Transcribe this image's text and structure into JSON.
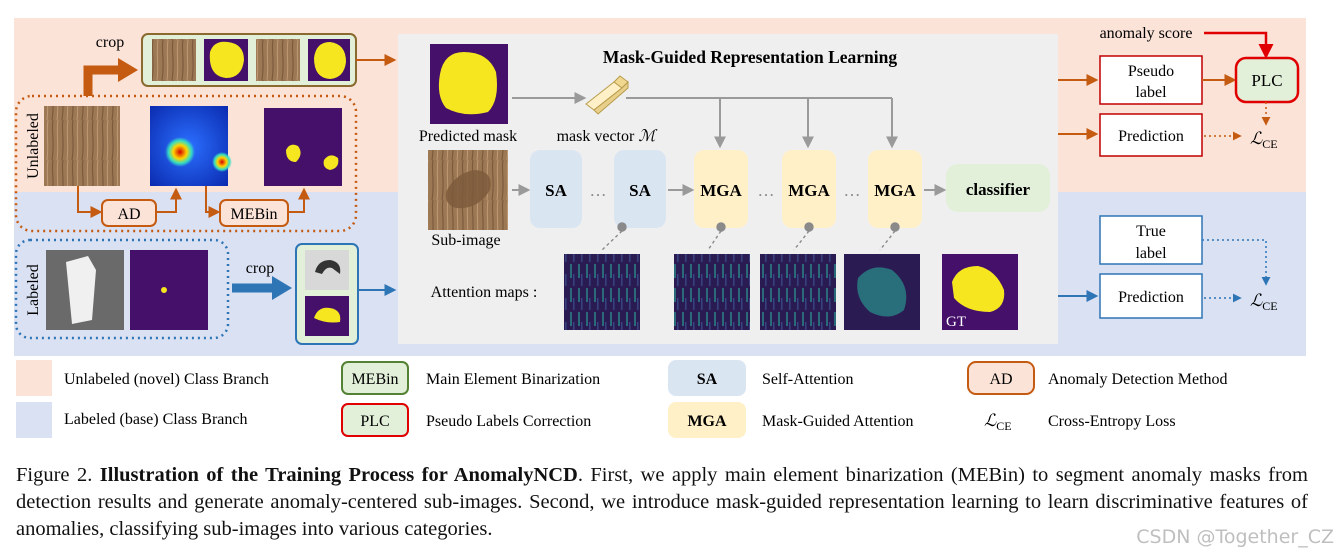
{
  "diagram": {
    "title": "Mask-Guided Representation Learning",
    "crop_top": "crop",
    "crop_bottom": "crop",
    "unlabeled": "Unlabeled",
    "labeled": "Labeled",
    "ad": "AD",
    "mebin": "MEBin",
    "predicted_mask": "Predicted mask",
    "mask_vector": "mask vector",
    "mask_vector_symbol": "ℳ",
    "sub_image": "Sub-image",
    "sa": "SA",
    "dots": "…",
    "mga": "MGA",
    "classifier": "classifier",
    "attention_maps": "Attention maps :",
    "gt": "GT",
    "anomaly_score": "anomaly score",
    "pseudo_label_1": "Pseudo",
    "pseudo_label_2": "label",
    "plc": "PLC",
    "prediction": "Prediction",
    "true_label_1": "True",
    "true_label_2": "label",
    "lce": "ℒ",
    "lce_sub": "CE"
  },
  "legend": {
    "unlabeled_branch": "Unlabeled (novel) Class Branch",
    "labeled_branch": "Labeled (base) Class Branch",
    "mebin_key": "MEBin",
    "mebin_desc": "Main Element Binarization",
    "plc_key": "PLC",
    "plc_desc": "Pseudo Labels Correction",
    "sa_key": "SA",
    "sa_desc": "Self-Attention",
    "mga_key": "MGA",
    "mga_desc": "Mask-Guided Attention",
    "ad_key": "AD",
    "ad_desc": "Anomaly Detection Method",
    "lce_key": "ℒ",
    "lce_key_sub": "CE",
    "lce_desc": "Cross-Entropy Loss"
  },
  "caption": {
    "label": "Figure 2.",
    "title": "Illustration of the Training Process for AnomalyNCD",
    "text": ". First, we apply main element binarization (MEBin) to segment anomaly masks from detection results and generate anomaly-centered sub-images. Second, we introduce mask-guided representation learning to learn discriminative features of anomalies, classifying sub-images into various categories."
  },
  "watermark": "CSDN @Together_CZ",
  "colors": {
    "unlabeled_bg": "#fbe3d8",
    "labeled_bg": "#d9e1f2",
    "center_panel": "#efefef",
    "orange_arrow": "#c55a11",
    "blue_arrow": "#2e75b6",
    "sa_fill": "#dae5f2",
    "mga_fill": "#fff0c8",
    "classifier_fill": "#e2f0d9",
    "plc_border": "#e00000",
    "mebin_border": "#548235",
    "mask_bg": "#44106a",
    "mask_yellow": "#f6e620"
  }
}
